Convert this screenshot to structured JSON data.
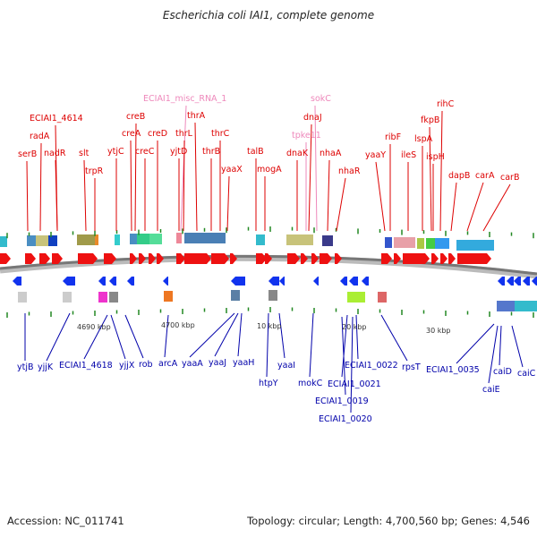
{
  "title": "Escherichia coli IAI1, complete genome",
  "footer": {
    "accession": "Accession: NC_011741",
    "summary": "Topology: circular; Length: 4,700,560 bp; Genes: 4,546"
  },
  "colors": {
    "forward_label": "#dd0000",
    "rna_label": "#ee88bb",
    "reverse_label": "#0000aa",
    "forward_arrow": "#ee1111",
    "reverse_arrow": "#1133ee",
    "backbone": "#777777",
    "tick": "#228822"
  },
  "scale_labels": [
    "4690 kbp",
    "4700 kbp",
    "10 kbp",
    "20 kbp",
    "30 kbp"
  ],
  "top_labels": [
    {
      "text": "ECIAI1_misc_RNA_1",
      "kind": "rna"
    },
    {
      "text": "sokC",
      "kind": "rna"
    },
    {
      "text": "rihC",
      "kind": "gene"
    },
    {
      "text": "ECIAI1_4614",
      "kind": "gene"
    },
    {
      "text": "creB",
      "kind": "gene"
    },
    {
      "text": "thrA",
      "kind": "gene"
    },
    {
      "text": "dnaJ",
      "kind": "gene"
    },
    {
      "text": "fkpB",
      "kind": "gene"
    },
    {
      "text": "radA",
      "kind": "gene"
    },
    {
      "text": "creA",
      "kind": "gene"
    },
    {
      "text": "creD",
      "kind": "gene"
    },
    {
      "text": "thrL",
      "kind": "gene"
    },
    {
      "text": "thrC",
      "kind": "gene"
    },
    {
      "text": "tpke11",
      "kind": "rna"
    },
    {
      "text": "ribF",
      "kind": "gene"
    },
    {
      "text": "lspA",
      "kind": "gene"
    },
    {
      "text": "serB",
      "kind": "gene"
    },
    {
      "text": "nadR",
      "kind": "gene"
    },
    {
      "text": "slt",
      "kind": "gene"
    },
    {
      "text": "ytjC",
      "kind": "gene"
    },
    {
      "text": "creC",
      "kind": "gene"
    },
    {
      "text": "yjtD",
      "kind": "gene"
    },
    {
      "text": "thrB",
      "kind": "gene"
    },
    {
      "text": "talB",
      "kind": "gene"
    },
    {
      "text": "dnaK",
      "kind": "gene"
    },
    {
      "text": "nhaA",
      "kind": "gene"
    },
    {
      "text": "yaaY",
      "kind": "gene"
    },
    {
      "text": "ileS",
      "kind": "gene"
    },
    {
      "text": "ispH",
      "kind": "gene"
    },
    {
      "text": "trpR",
      "kind": "gene"
    },
    {
      "text": "yaaX",
      "kind": "gene"
    },
    {
      "text": "mogA",
      "kind": "gene"
    },
    {
      "text": "nhaR",
      "kind": "gene"
    },
    {
      "text": "dapB",
      "kind": "gene"
    },
    {
      "text": "carA",
      "kind": "gene"
    },
    {
      "text": "carB",
      "kind": "gene"
    }
  ],
  "bottom_labels": [
    "ytjB",
    "yjjK",
    "ECIAI1_4618",
    "yjjX",
    "rob",
    "arcA",
    "yaaA",
    "yaaJ",
    "yaaH",
    "yaaI",
    "htpY",
    "mokC",
    "ECIAI1_0022",
    "rpsT",
    "ECIAI1_0035",
    "caiD",
    "caiC",
    "ECIAI1_0021",
    "caiE",
    "ECIAI1_0019",
    "ECIAI1_0020"
  ]
}
